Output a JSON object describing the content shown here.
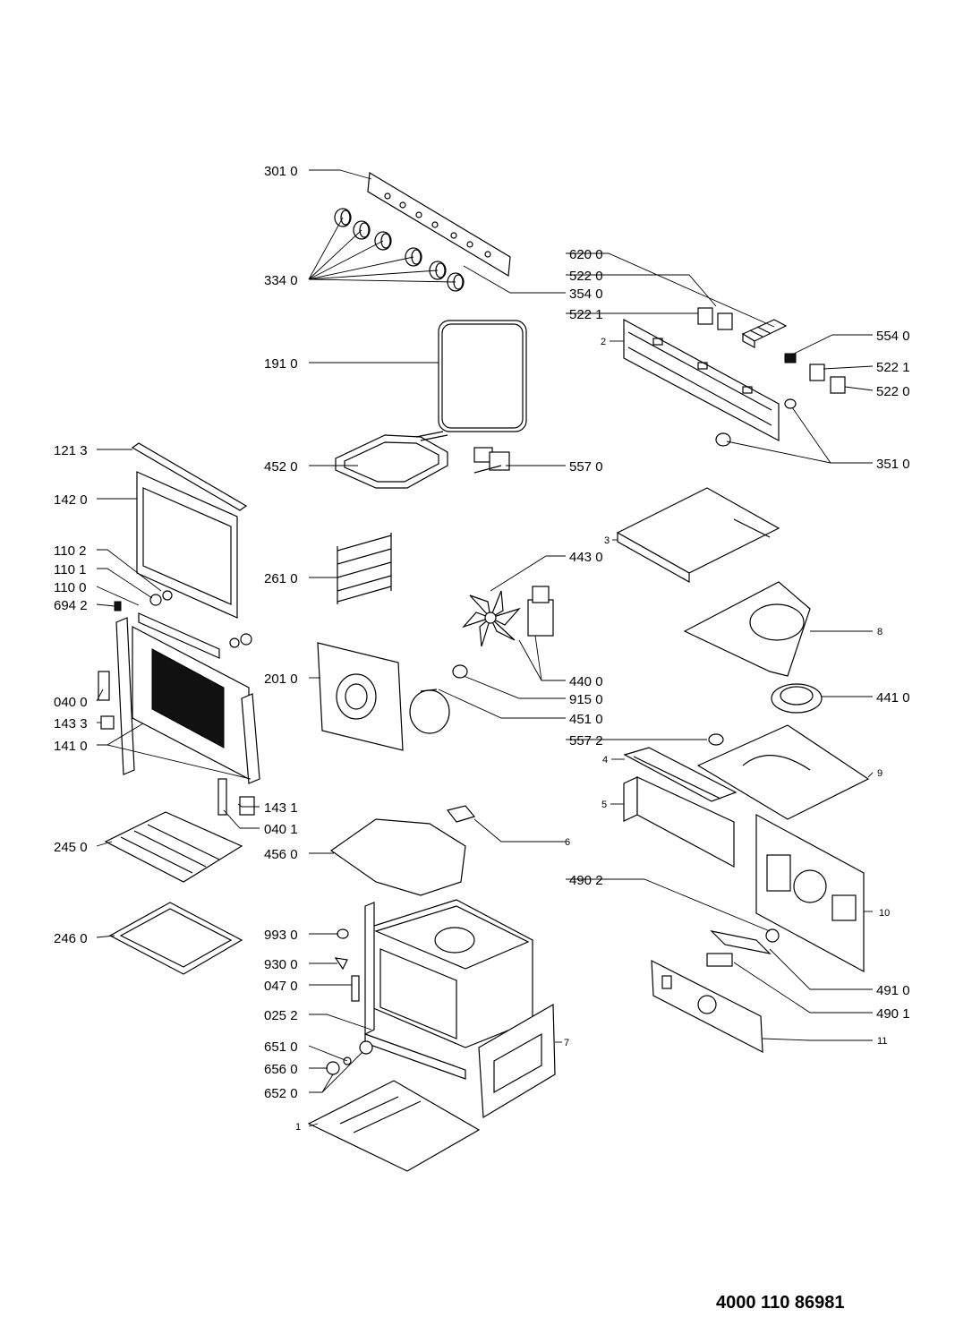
{
  "document_number": "4000 110 86981",
  "labels": {
    "l3010": "301 0",
    "l3340": "334 0",
    "l3540": "354 0",
    "l6200": "620 0",
    "l5220a": "522 0",
    "l5221a": "522 1",
    "l2": "2",
    "l5540": "554 0",
    "l5221b": "522 1",
    "l5220b": "522 0",
    "l3510": "351 0",
    "l1910": "191 0",
    "l1213": "121 3",
    "l4520": "452 0",
    "l5570": "557 0",
    "l1420": "142 0",
    "l3": "3",
    "l4430": "443 0",
    "l1102": "110 2",
    "l1101": "110 1",
    "l1100": "110 0",
    "l6942": "694 2",
    "l2610": "261 0",
    "l8": "8",
    "l2010": "201 0",
    "l4400": "440 0",
    "l9150": "915 0",
    "l4510": "451 0",
    "l4410": "441 0",
    "l0400": "040 0",
    "l1433": "143 3",
    "l1410": "141 0",
    "l5572": "557 2",
    "l4": "4",
    "l9": "9",
    "l5": "5",
    "l1431": "143 1",
    "l0401": "040 1",
    "l2450": "245 0",
    "l6": "6",
    "l4560": "456 0",
    "l4902": "490 2",
    "l10": "10",
    "l2460": "246 0",
    "l9930": "993 0",
    "l9300": "930 0",
    "l0470": "047 0",
    "l4910": "491 0",
    "l4901": "490 1",
    "l0252": "025 2",
    "l11": "11",
    "l6510": "651 0",
    "l7": "7",
    "l6560": "656 0",
    "l6520": "652 0",
    "l1": "1"
  }
}
